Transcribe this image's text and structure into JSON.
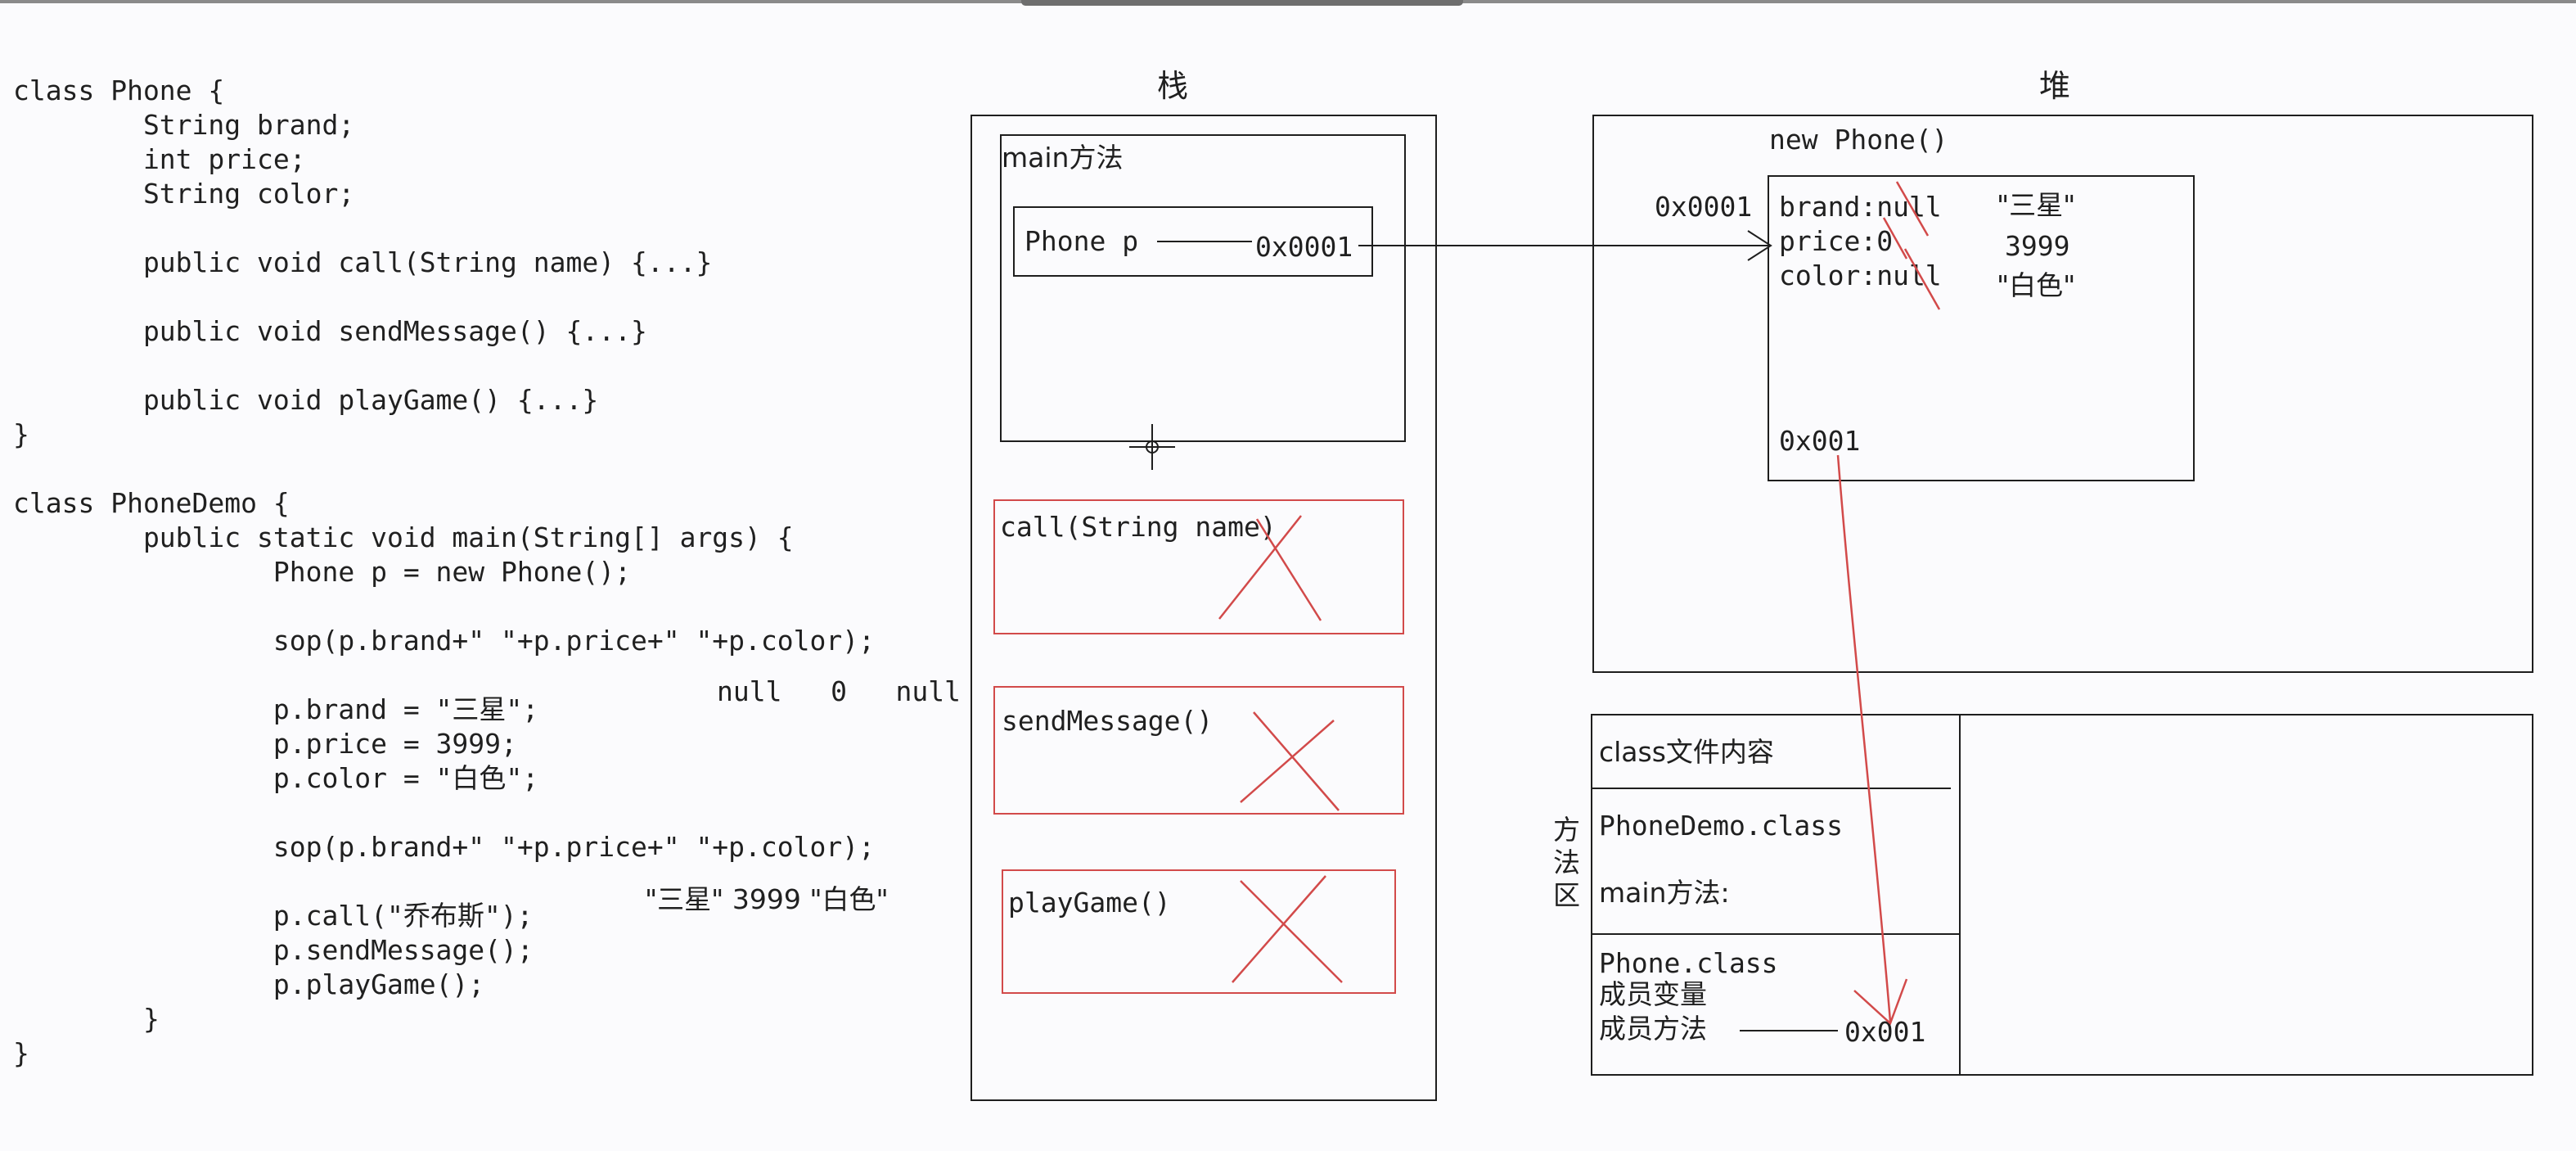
{
  "code": {
    "lines": [
      "class Phone {",
      "        String brand;",
      "        int price;",
      "        String color;",
      "",
      "        public void call(String name) {...}",
      "",
      "        public void sendMessage() {...}",
      "",
      "        public void playGame() {...}",
      "}",
      "",
      "class PhoneDemo {",
      "        public static void main(String[] args) {",
      "                Phone p = new Phone();",
      "",
      "                sop(p.brand+\" \"+p.price+\" \"+p.color);",
      "",
      "                p.brand = \"三星\";",
      "                p.price = 3999;",
      "                p.color = \"白色\";",
      "",
      "                sop(p.brand+\" \"+p.price+\" \"+p.color);",
      "",
      "                p.call(\"乔布斯\");",
      "                p.sendMessage();",
      "                p.playGame();",
      "        }",
      "}"
    ],
    "output1": "null   0   null",
    "output2": "\"三星\" 3999 \"白色\""
  },
  "stack": {
    "title": "栈",
    "main_frame": {
      "label": "main方法",
      "var_label": "Phone p",
      "var_value": "0x0001"
    },
    "frames": [
      {
        "label": "call(String name)"
      },
      {
        "label": "sendMessage()"
      },
      {
        "label": "playGame()"
      }
    ]
  },
  "heap": {
    "title": "堆",
    "object_label": "new Phone()",
    "object_address": "0x0001",
    "fields": [
      {
        "text": "brand:null",
        "new_value": "\"三星\""
      },
      {
        "text": "price:0",
        "new_value": "3999"
      },
      {
        "text": "color:null",
        "new_value": "\"白色\""
      }
    ],
    "method_ref": "0x001"
  },
  "method_area": {
    "title": "方法区",
    "sections": [
      {
        "lines": [
          "class文件内容"
        ]
      },
      {
        "lines": [
          "PhoneDemo.class",
          "main方法:"
        ]
      },
      {
        "lines": [
          "Phone.class",
          "成员变量",
          "成员方法"
        ]
      }
    ],
    "method_address": "0x001"
  },
  "colors": {
    "ink": "#1e1e1e",
    "red": "#d24a4a",
    "background": "#fbfbfd"
  }
}
